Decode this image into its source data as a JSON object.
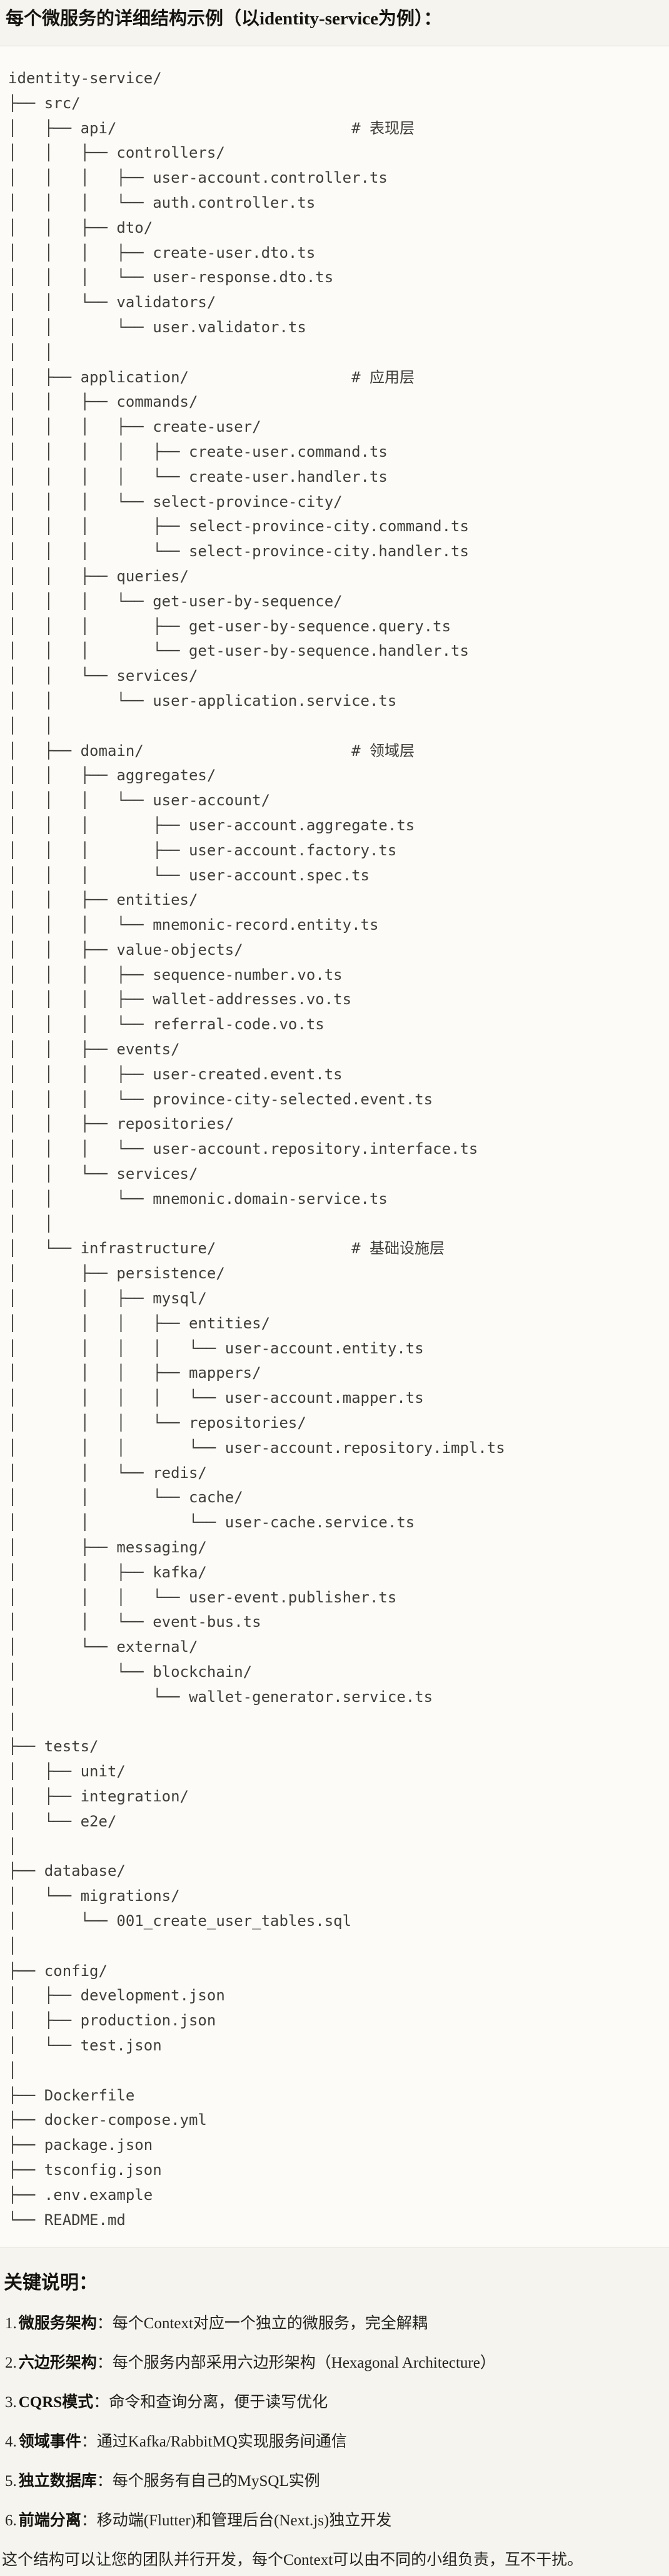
{
  "title": "每个微服务的详细结构示例（以identity-service为例）：",
  "tree_lines": [
    "identity-service/",
    "├── src/",
    "│   ├── api/                          # 表现层",
    "│   │   ├── controllers/",
    "│   │   │   ├── user-account.controller.ts",
    "│   │   │   └── auth.controller.ts",
    "│   │   ├── dto/",
    "│   │   │   ├── create-user.dto.ts",
    "│   │   │   └── user-response.dto.ts",
    "│   │   └── validators/",
    "│   │       └── user.validator.ts",
    "│   │",
    "│   ├── application/                  # 应用层",
    "│   │   ├── commands/",
    "│   │   │   ├── create-user/",
    "│   │   │   │   ├── create-user.command.ts",
    "│   │   │   │   └── create-user.handler.ts",
    "│   │   │   └── select-province-city/",
    "│   │   │       ├── select-province-city.command.ts",
    "│   │   │       └── select-province-city.handler.ts",
    "│   │   ├── queries/",
    "│   │   │   └── get-user-by-sequence/",
    "│   │   │       ├── get-user-by-sequence.query.ts",
    "│   │   │       └── get-user-by-sequence.handler.ts",
    "│   │   └── services/",
    "│   │       └── user-application.service.ts",
    "│   │",
    "│   ├── domain/                       # 领域层",
    "│   │   ├── aggregates/",
    "│   │   │   └── user-account/",
    "│   │   │       ├── user-account.aggregate.ts",
    "│   │   │       ├── user-account.factory.ts",
    "│   │   │       └── user-account.spec.ts",
    "│   │   ├── entities/",
    "│   │   │   └── mnemonic-record.entity.ts",
    "│   │   ├── value-objects/",
    "│   │   │   ├── sequence-number.vo.ts",
    "│   │   │   ├── wallet-addresses.vo.ts",
    "│   │   │   └── referral-code.vo.ts",
    "│   │   ├── events/",
    "│   │   │   ├── user-created.event.ts",
    "│   │   │   └── province-city-selected.event.ts",
    "│   │   ├── repositories/",
    "│   │   │   └── user-account.repository.interface.ts",
    "│   │   └── services/",
    "│   │       └── mnemonic.domain-service.ts",
    "│   │",
    "│   └── infrastructure/               # 基础设施层",
    "│       ├── persistence/",
    "│       │   ├── mysql/",
    "│       │   │   ├── entities/",
    "│       │   │   │   └── user-account.entity.ts",
    "│       │   │   ├── mappers/",
    "│       │   │   │   └── user-account.mapper.ts",
    "│       │   │   └── repositories/",
    "│       │   │       └── user-account.repository.impl.ts",
    "│       │   └── redis/",
    "│       │       └── cache/",
    "│       │           └── user-cache.service.ts",
    "│       ├── messaging/",
    "│       │   ├── kafka/",
    "│       │   │   └── user-event.publisher.ts",
    "│       │   └── event-bus.ts",
    "│       └── external/",
    "│           └── blockchain/",
    "│               └── wallet-generator.service.ts",
    "│",
    "├── tests/",
    "│   ├── unit/",
    "│   ├── integration/",
    "│   └── e2e/",
    "│",
    "├── database/",
    "│   └── migrations/",
    "│       └── 001_create_user_tables.sql",
    "│",
    "├── config/",
    "│   ├── development.json",
    "│   ├── production.json",
    "│   └── test.json",
    "│",
    "├── Dockerfile",
    "├── docker-compose.yml",
    "├── package.json",
    "├── tsconfig.json",
    "├── .env.example",
    "└── README.md"
  ],
  "notes": {
    "heading": "关键说明：",
    "items": [
      {
        "num": "1.",
        "term": "微服务架构",
        "text": "：每个Context对应一个独立的微服务，完全解耦"
      },
      {
        "num": "2.",
        "term": "六边形架构",
        "text": "：每个服务内部采用六边形架构（Hexagonal Architecture）"
      },
      {
        "num": "3.",
        "term": "CQRS模式",
        "text": "：命令和查询分离，便于读写优化"
      },
      {
        "num": "4.",
        "term": "领域事件",
        "text": "：通过Kafka/RabbitMQ实现服务间通信"
      },
      {
        "num": "5.",
        "term": "独立数据库",
        "text": "：每个服务有自己的MySQL实例"
      },
      {
        "num": "6.",
        "term": "前端分离",
        "text": "：移动端(Flutter)和管理后台(Next.js)独立开发"
      }
    ]
  },
  "closing": "这个结构可以让您的团队并行开发，每个Context可以由不同的小组负责，互不干扰。",
  "colors": {
    "page_background": "#F5F4EE",
    "code_background": "#FCFBF8",
    "code_border": "#DEDCD4",
    "code_text": "#3F3E39",
    "heading_text": "#15140E",
    "body_text": "#24231E"
  }
}
